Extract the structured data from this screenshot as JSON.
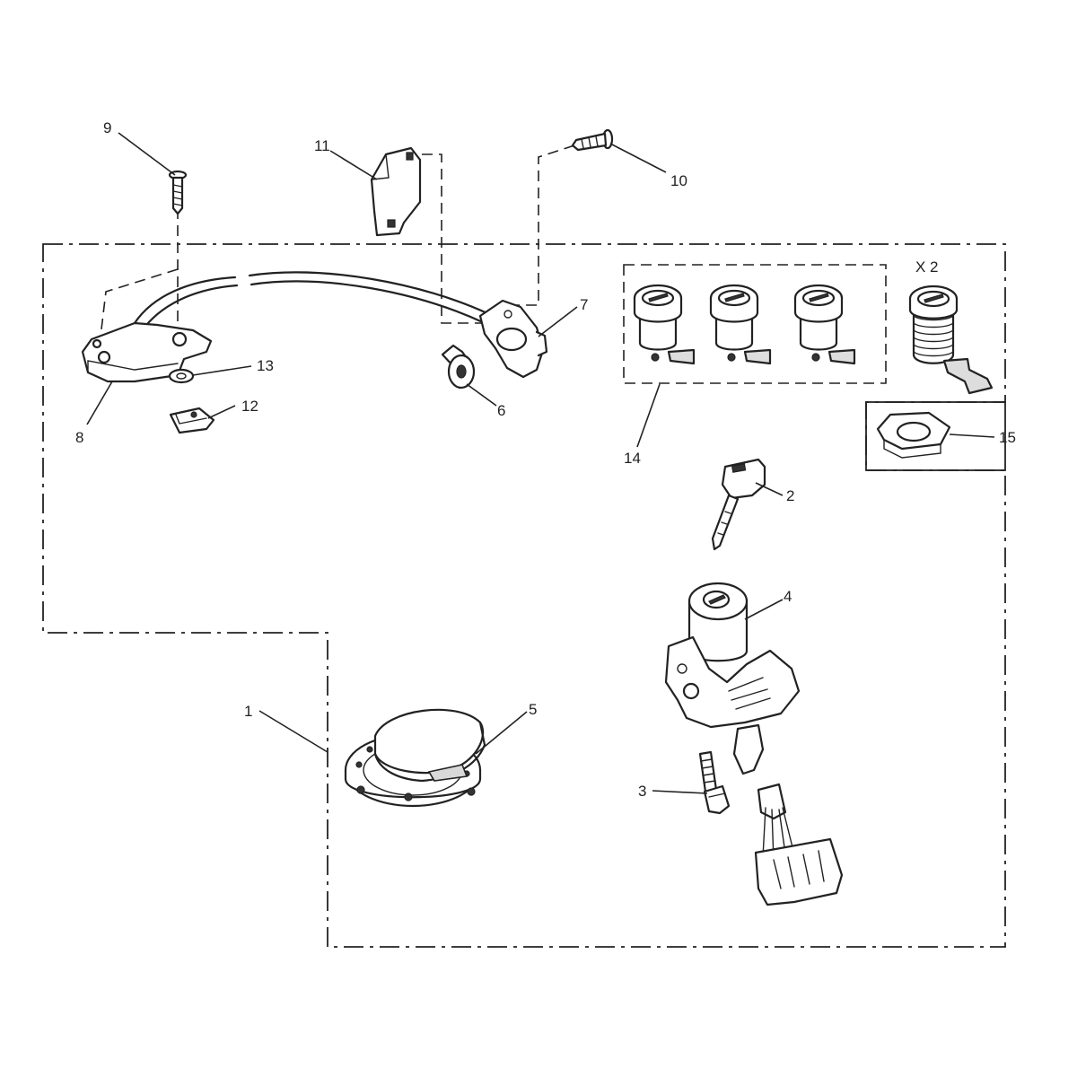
{
  "diagram": {
    "callouts": {
      "c1": "1",
      "c2": "2",
      "c3": "3",
      "c4": "4",
      "c5": "5",
      "c6": "6",
      "c7": "7",
      "c8": "8",
      "c9": "9",
      "c10": "10",
      "c11": "11",
      "c12": "12",
      "c13": "13",
      "c14": "14",
      "c15": "15"
    },
    "quantity_note": "X 2",
    "colors": {
      "line": "#222222",
      "background": "#ffffff",
      "shade": "#d9d9d9"
    }
  }
}
